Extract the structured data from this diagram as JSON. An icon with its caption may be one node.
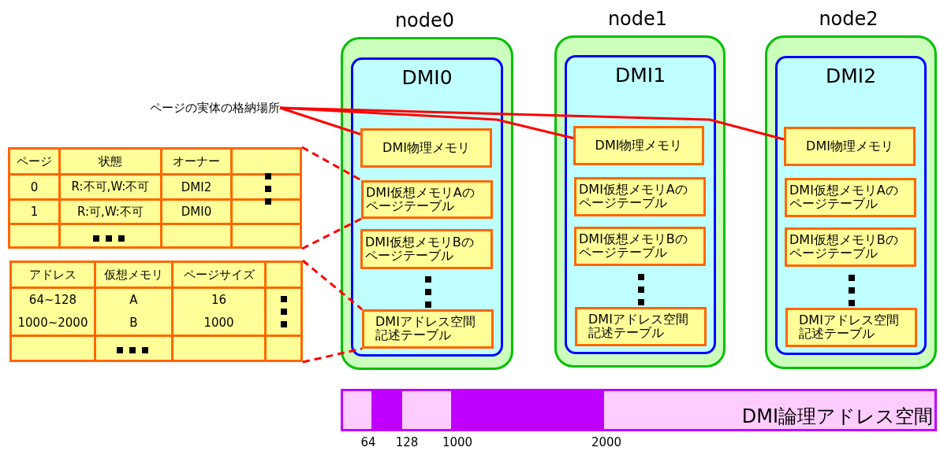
{
  "diagram": {
    "nodes": [
      {
        "text": [
          "node0"
        ]
      },
      {
        "text": [
          "DMI0"
        ],
        "in": 0
      },
      {
        "text": [
          "DMI物理メモリ"
        ],
        "in": 1
      },
      {
        "text": [
          "DMI仮想メモリAのページテーブル"
        ],
        "in": 1
      },
      {
        "text": [
          "DMI仮想メモリBのページテーブル"
        ],
        "in": 1
      },
      {
        "text": [
          "DMIアドレス空間記述テーブル"
        ],
        "in": 1
      },
      {
        "text": [
          "node1"
        ]
      },
      {
        "text": [
          "DMI1"
        ],
        "in": 6
      },
      {
        "text": [
          "DMI物理メモリ"
        ],
        "in": 7
      },
      {
        "text": [
          "DMI仮想メモリAのページテーブル"
        ],
        "in": 7
      },
      {
        "text": [
          "DMI仮想メモリBのページテーブル"
        ],
        "in": 7
      },
      {
        "text": [
          "DMIアドレス空間記述テーブル"
        ],
        "in": 7
      },
      {
        "text": [
          "node2"
        ]
      },
      {
        "text": [
          "DMI2"
        ],
        "in": 12
      },
      {
        "text": [
          "DMI物理メモリ"
        ],
        "in": 13
      },
      {
        "text": [
          "DMI仮想メモリAのページテーブル"
        ],
        "in": 13
      },
      {
        "text": [
          "DMI仮想メモリBのページテーブル"
        ],
        "in": 13
      },
      {
        "text": [
          "DMIアドレス空間記述テーブル"
        ],
        "in": 13
      },
      {
        "text": [
          "ページの実体の格納場所"
        ]
      },
      {
        "text": [
          "ページ",
          "状態",
          "オーナー",
          "0",
          "R:不可,W:不可",
          "DMI2",
          "1",
          "R:可,W:不可",
          "DMI0"
        ]
      },
      {
        "text": [
          "アドレス",
          "仮想メモリ",
          "ページサイズ",
          "64~128",
          "A",
          "16",
          "1000~2000",
          "B",
          "1000"
        ]
      },
      {
        "text": [
          "DMI論理アドレス空間"
        ],
        "beside": [
          "64",
          "128",
          "1000",
          "2000"
        ]
      },
      {
        "text": [],
        "shape": "bar",
        "in": 21
      },
      {
        "text": [],
        "shape": "bar",
        "in": 21
      }
    ],
    "edges": [
      {
        "from": 18,
        "to": 2,
        "arrow": "none"
      },
      {
        "from": 18,
        "to": 8,
        "arrow": "none"
      },
      {
        "from": 18,
        "to": 14,
        "arrow": "none"
      },
      {
        "from": 19,
        "to": 3,
        "arrow": "none",
        "style": "dashed"
      },
      {
        "from": 19,
        "to": 3,
        "arrow": "none",
        "style": "dashed"
      },
      {
        "from": 20,
        "to": 5,
        "arrow": "none",
        "style": "dashed"
      },
      {
        "from": 20,
        "to": 5,
        "arrow": "none",
        "style": "dashed"
      }
    ]
  }
}
